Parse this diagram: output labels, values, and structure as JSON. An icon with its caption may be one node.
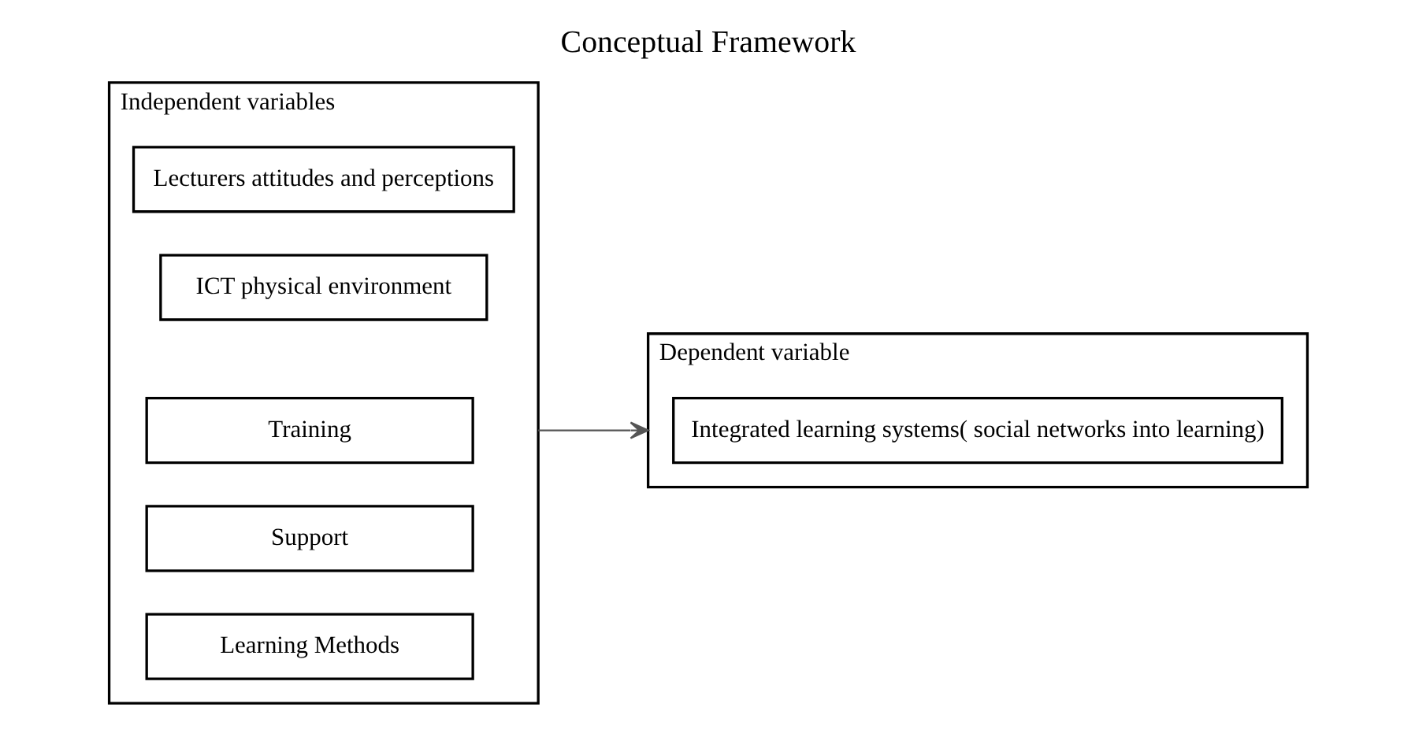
{
  "diagram": {
    "title": "Conceptual Framework",
    "nodes": [
      {
        "text": [
          "Independent variables"
        ]
      },
      {
        "text": [
          "Lecturers attitudes and perceptions"
        ],
        "in": 0
      },
      {
        "text": [
          "ICT physical environment"
        ],
        "in": 0
      },
      {
        "text": [
          "Training"
        ],
        "in": 0
      },
      {
        "text": [
          "Support"
        ],
        "in": 0
      },
      {
        "text": [
          "Learning Methods"
        ],
        "in": 0
      },
      {
        "text": [
          "Dependent variable"
        ]
      },
      {
        "text": [
          "Integrated learning systems( social networks into learning)"
        ],
        "in": 6
      }
    ],
    "edges": [
      {
        "from": 0,
        "to": 6,
        "arrow": "to"
      }
    ]
  }
}
